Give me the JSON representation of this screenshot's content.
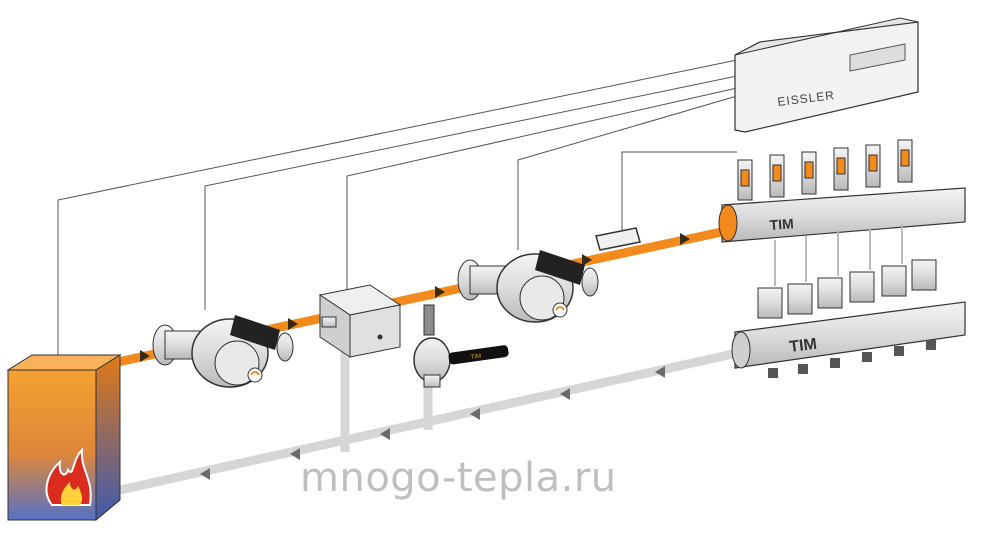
{
  "diagram": {
    "brand_controller": "EISSLER",
    "brand_manifold": "TIM",
    "brand_valve": "TIM",
    "watermark": "mnogo-tepla.ru"
  },
  "colors": {
    "supply_pipe": "#f28a1e",
    "return_pipe": "#d6d6d6",
    "boiler_top": "#f39a2c",
    "boiler_bottom": "#5a78c8",
    "line": "#222222",
    "wire": "#555555"
  },
  "icons": {
    "boiler": "boiler-flame-icon",
    "pump": "circulation-pump-icon",
    "valve": "mixing-valve-icon",
    "ball_valve": "ball-valve-icon",
    "sensor": "temperature-sensor-icon",
    "controller": "controller-box-icon",
    "manifold": "manifold-icon"
  }
}
